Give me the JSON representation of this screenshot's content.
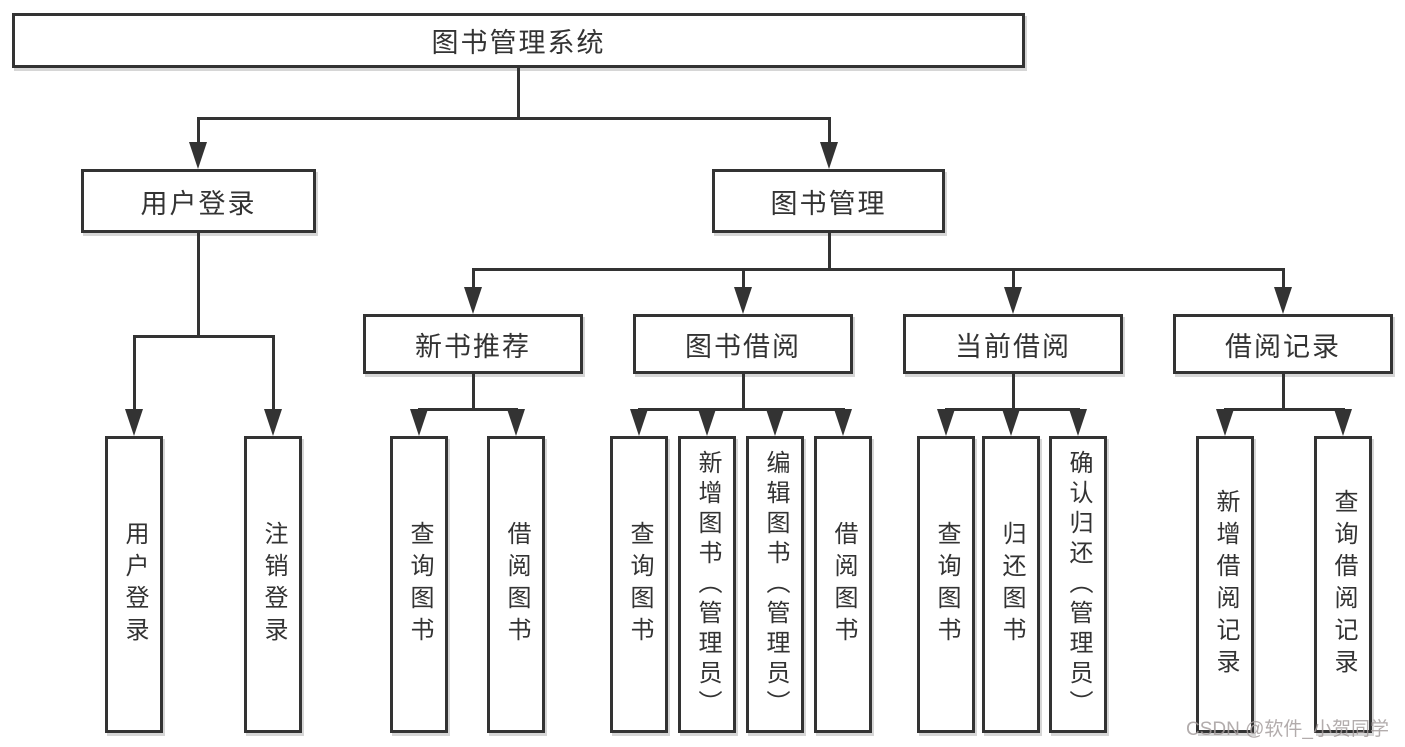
{
  "diagram": {
    "root": {
      "label": "图书管理系统",
      "children": [
        {
          "label": "用户登录",
          "children": [
            {
              "label": "用户登录"
            },
            {
              "label": "注销登录"
            }
          ]
        },
        {
          "label": "图书管理",
          "children": [
            {
              "label": "新书推荐",
              "children": [
                {
                  "label": "查询图书"
                },
                {
                  "label": "借阅图书"
                }
              ]
            },
            {
              "label": "图书借阅",
              "children": [
                {
                  "label": "查询图书"
                },
                {
                  "label": "新增图书（管理员）"
                },
                {
                  "label": "编辑图书（管理员）"
                },
                {
                  "label": "借阅图书"
                }
              ]
            },
            {
              "label": "当前借阅",
              "children": [
                {
                  "label": "查询图书"
                },
                {
                  "label": "归还图书"
                },
                {
                  "label": "确认归还（管理员）"
                }
              ]
            },
            {
              "label": "借阅记录",
              "children": [
                {
                  "label": "新增借阅记录"
                },
                {
                  "label": "查询借阅记录"
                }
              ]
            }
          ]
        }
      ]
    },
    "colors": {
      "line": "#333333",
      "box_border": "#333333",
      "text": "#333333",
      "background": "#ffffff",
      "watermark_text": "#a49e9e"
    }
  },
  "watermark": {
    "text": "CSDN @软件_小贺同学"
  }
}
